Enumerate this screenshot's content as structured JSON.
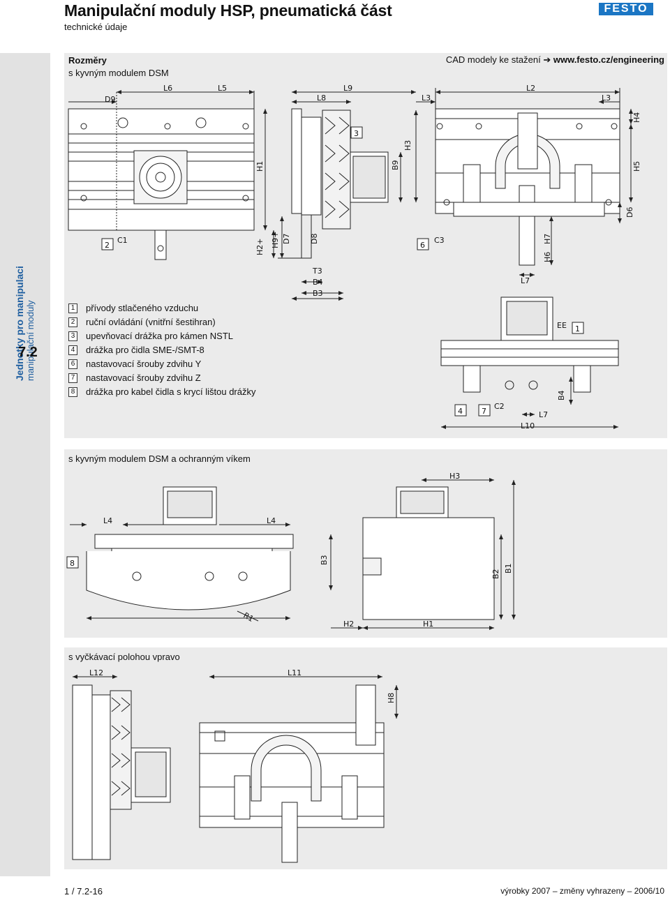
{
  "header": {
    "title": "Manipulační moduly HSP, pneumatická část",
    "subtitle": "technické údaje",
    "logo": "FESTO"
  },
  "sidebar": {
    "section_title": "Jednotky pro manipulaci",
    "section_sub": "manipulační moduly",
    "section_number": "7.2"
  },
  "panel1": {
    "title": "Rozměry",
    "subtitle": "s kyvným modulem DSM",
    "cad_text": "CAD modely ke stažení",
    "cad_arrow": "➔",
    "cad_link": "www.festo.cz/engineering"
  },
  "legend": [
    {
      "num": "1",
      "text": "přívody stlačeného vzduchu"
    },
    {
      "num": "2",
      "text": "ruční ovládání (vnitřní šestihran)"
    },
    {
      "num": "3",
      "text": "upevňovací drážka pro kámen NSTL"
    },
    {
      "num": "4",
      "text": "drážka pro čidla SME-/SMT-8"
    },
    {
      "num": "6",
      "text": "nastavovací šrouby zdvihu Y"
    },
    {
      "num": "7",
      "text": "nastavovací šrouby zdvihu Z"
    },
    {
      "num": "8",
      "text": "drážka pro kabel čidla s krycí lištou drážky"
    }
  ],
  "panel2": {
    "title": "s kyvným modulem DSM a ochranným víkem"
  },
  "panel3": {
    "title": "s vyčkávací polohou vpravo"
  },
  "dims": {
    "D9": "D9",
    "L6": "L6",
    "L5": "L5",
    "L8": "L8",
    "L9": "L9",
    "L3": "L3",
    "L2": "L2",
    "H4": "H4",
    "H5": "H5",
    "H3": "H3",
    "B9": "B9",
    "H1": "H1",
    "D6": "D6",
    "H2p": "H2+",
    "H9p": "H9+",
    "D7": "D7",
    "D8": "D8",
    "T3": "T3",
    "B4": "B4",
    "B3": "B3",
    "C1": "C1",
    "C3": "C3",
    "H7": "H7",
    "H6": "H6",
    "L7": "L7",
    "EE": "EE",
    "C2": "C2",
    "L10": "L10",
    "R1": "R1",
    "B2": "B2",
    "B1": "B1",
    "H2": "H2",
    "L4": "L4",
    "L12": "L12",
    "L11": "L11",
    "H8": "H8",
    "n1": "1",
    "n2": "2",
    "n3": "3",
    "n4": "4",
    "n6": "6",
    "n7": "7",
    "n8": "8"
  },
  "footer": {
    "page": "1 / 7.2-16",
    "note": "výrobky 2007 – změny vyhrazeny – 2006/10"
  },
  "colors": {
    "accent": "#1f5fa0",
    "logo": "#1b76c4",
    "panel": "#ebebeb",
    "sidebar": "#e2e2e2"
  }
}
